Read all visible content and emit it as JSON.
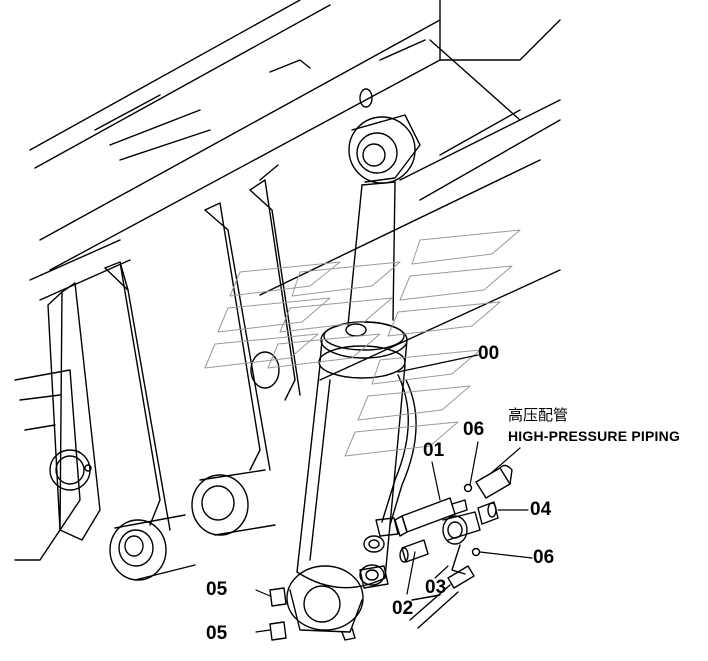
{
  "piping_label": {
    "chinese": "高压配管",
    "english": "HIGH-PRESSURE PIPING"
  },
  "part_callouts": [
    {
      "id": "00"
    },
    {
      "id": "01"
    },
    {
      "id": "02"
    },
    {
      "id": "03"
    },
    {
      "id": "04"
    },
    {
      "id": "05"
    },
    {
      "id": "05"
    },
    {
      "id": "06"
    },
    {
      "id": "06"
    }
  ],
  "colors": {
    "line": "#000000",
    "watermark": "#9a9a9a",
    "background": "#ffffff"
  }
}
